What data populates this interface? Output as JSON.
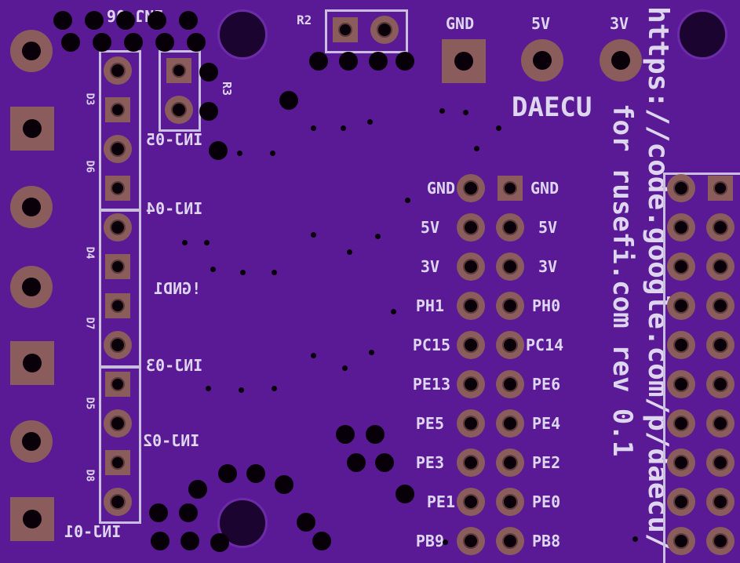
{
  "board": {
    "name": "DAECU",
    "url": "https://code.google.com/p/daecu/",
    "subtitle": "for rusefi.com rev 0.1",
    "background": "#5a1a96",
    "pad_color": "#8a5c5c",
    "silkscreen_color": "#ddd6ee"
  },
  "power_labels": [
    "GND",
    "5V",
    "3V"
  ],
  "resistors": [
    "R2",
    "R3"
  ],
  "diodes": [
    "D3",
    "D6",
    "D4",
    "D7",
    "D5",
    "D8"
  ],
  "injectors": [
    "INJ-06",
    "INJ-05",
    "INJ-04",
    "!GND1",
    "INJ-03",
    "INJ-02",
    "INJ-01"
  ],
  "header_left": [
    "GND",
    "5V",
    "3V",
    "PH1",
    "PC15",
    "PE13",
    "PE5",
    "PE3",
    "PE1",
    "PB9"
  ],
  "header_right": [
    "GND",
    "5V",
    "3V",
    "PH0",
    "PC14",
    "PE6",
    "PE4",
    "PE2",
    "PE0",
    "PB8"
  ]
}
